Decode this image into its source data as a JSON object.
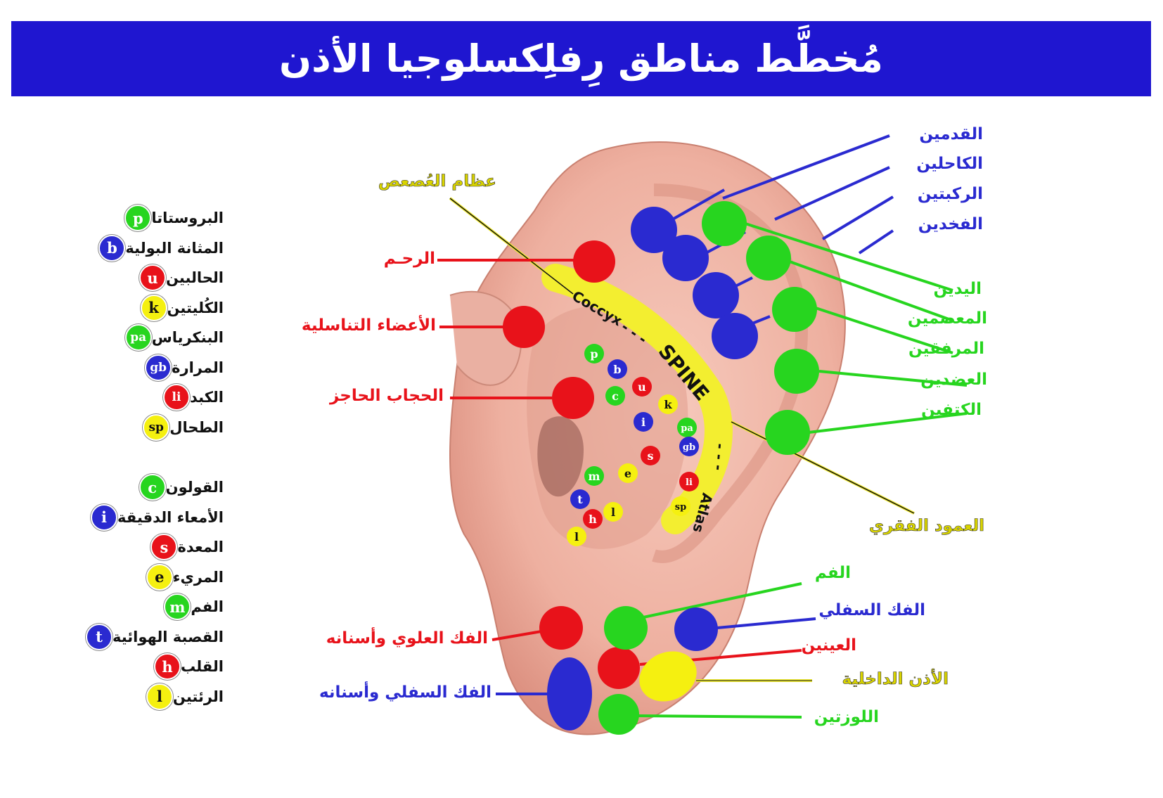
{
  "title": "مُخطَّط مناطق رِفلِكسلوجيا الأذن",
  "colors": {
    "banner": "#1f16d0",
    "blue": "#2a2ad0",
    "green": "#27d51f",
    "red": "#e8121a",
    "yellow": "#f5f010",
    "spine": "#f3ee30",
    "skin": "#f0b6a8"
  },
  "key_upper": [
    {
      "code": "p",
      "label": "البروستاتا",
      "color": "green"
    },
    {
      "code": "b",
      "label": "المثانة البولية",
      "color": "blue"
    },
    {
      "code": "u",
      "label": "الحالبين",
      "color": "red"
    },
    {
      "code": "k",
      "label": "الكُليتين",
      "color": "yellow"
    },
    {
      "code": "pa",
      "label": "البنكرياس",
      "color": "green"
    },
    {
      "code": "gb",
      "label": "المرارة",
      "color": "blue"
    },
    {
      "code": "li",
      "label": "الكبد",
      "color": "red"
    },
    {
      "code": "sp",
      "label": "الطحال",
      "color": "yellow"
    }
  ],
  "key_lower": [
    {
      "code": "c",
      "label": "القولون",
      "color": "green"
    },
    {
      "code": "i",
      "label": "الأمعاء الدقيقة",
      "color": "blue"
    },
    {
      "code": "s",
      "label": "المعدة",
      "color": "red"
    },
    {
      "code": "e",
      "label": "المريء",
      "color": "yellow"
    },
    {
      "code": "m",
      "label": "الفم",
      "color": "green"
    },
    {
      "code": "t",
      "label": "القصبة الهوائية",
      "color": "blue"
    },
    {
      "code": "h",
      "label": "القلب",
      "color": "red"
    },
    {
      "code": "l",
      "label": "الرئتين",
      "color": "yellow"
    }
  ],
  "right_blue_labels": [
    "القدمين",
    "الكاحلين",
    "الركبتين",
    "الفخدين"
  ],
  "right_green_labels": [
    "اليدين",
    "المعصمين",
    "المرفقين",
    "العضدين",
    "الكتفين"
  ],
  "spine_labels": {
    "coccyx": "Coccyx",
    "spine": "SPINE",
    "atlas": "Atlas",
    "dashes": "- - -"
  },
  "yellow_labels": {
    "coccyx_ar": "عظام العُصعص",
    "spine_ar": "العمود الفقري"
  },
  "left_labels": {
    "uterus": "الرحـم",
    "genitals": "الأعضاء التناسلية",
    "diaphragm": "الحجاب الحاجز",
    "upper_jaw": "الفك العلوي وأسنانه",
    "lower_jaw_teeth": "الفك السفلي وأسنانه"
  },
  "lobe_labels": {
    "mouth": "الفم",
    "lower_jaw": "الفك السفلي",
    "eyes": "العينين",
    "inner_ear": "الأذن الداخلية",
    "tonsils": "اللوزتين"
  },
  "ear_points": [
    "p",
    "b",
    "c",
    "u",
    "k",
    "i",
    "pa",
    "gb",
    "s",
    "li",
    "m",
    "e",
    "t",
    "l",
    "h",
    "sp",
    "l"
  ]
}
